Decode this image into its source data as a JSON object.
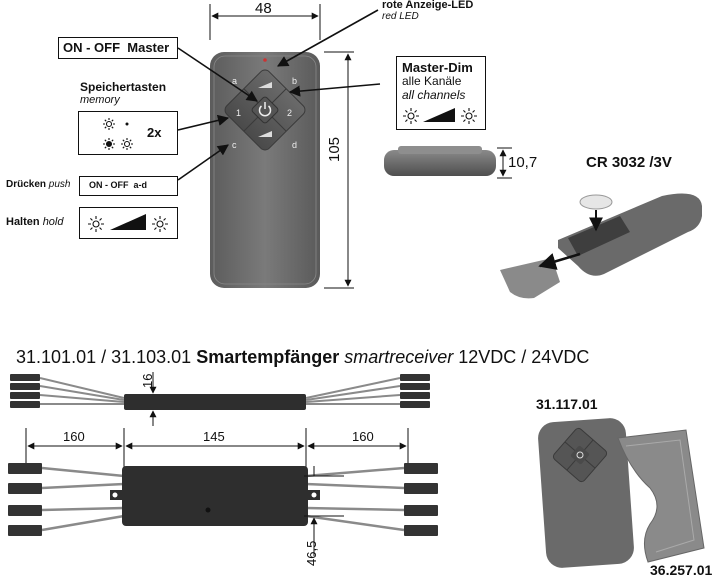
{
  "remote": {
    "width_dim": "48",
    "height_dim": "105",
    "thickness_dim": "10,7",
    "keys": {
      "a": "a",
      "b": "b",
      "c": "c",
      "d": "d",
      "k1": "1",
      "k2": "2"
    }
  },
  "labels": {
    "led_de": "rote Anzeige-LED",
    "led_en": "red LED",
    "on_off_master": "ON - OFF  Master",
    "memory_de": "Speichertasten",
    "memory_en": "memory",
    "memory_2x": "2x",
    "push_de": "Drücken",
    "push_en": "push",
    "push_box": "ON - OFF  a-d",
    "hold_de": "Halten",
    "hold_en": "hold",
    "masterdim_title": "Master-Dim",
    "masterdim_de": "alle Kanäle",
    "masterdim_en": "all channels",
    "battery": "CR 3032 /3V"
  },
  "receiver": {
    "title_codes": "31.101.01 / 31.103.01 ",
    "title_de": "Smartempfänger",
    "title_en": " smartreceiver",
    "title_voltage": " 12VDC / 24VDC",
    "dim_height": "16",
    "dim_left": "160",
    "dim_middle": "145",
    "dim_right": "160",
    "dim_spacing": "46,5"
  },
  "products": {
    "remote_code": "31.117.01",
    "holder_code": "36.257.01"
  },
  "colors": {
    "remote_body": "#6e6e6e",
    "receiver_body": "#2e2e2e",
    "dimension_lines": "#111111"
  }
}
